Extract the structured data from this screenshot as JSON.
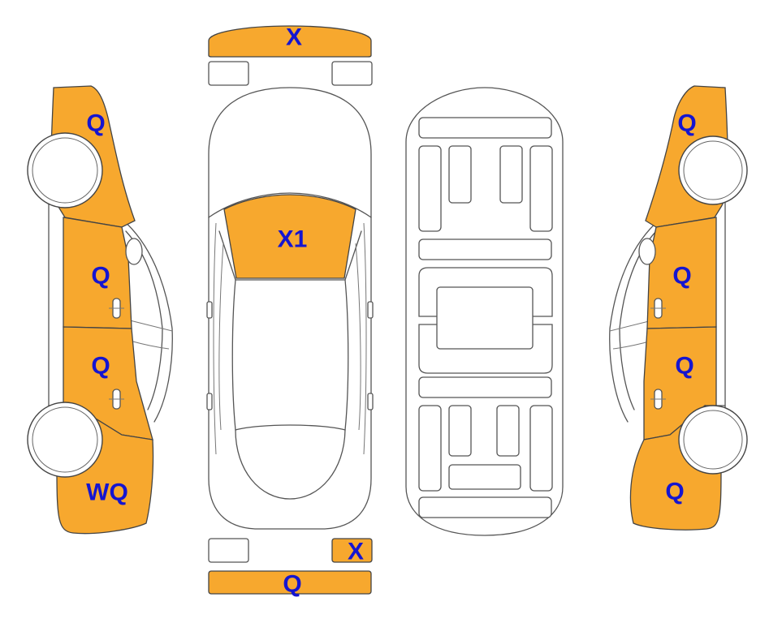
{
  "colors": {
    "damage_fill": "#F7A82E",
    "label_color": "#1515D0",
    "outline": "#555555"
  },
  "labels": {
    "front_bumper": "X",
    "windshield": "X1",
    "rear_light_right": "X",
    "rear_bumper": "Q",
    "left_front_fender": "Q",
    "left_front_door": "Q",
    "left_rear_door": "Q",
    "left_rear_quarter": "WQ",
    "right_front_fender": "Q",
    "right_front_door": "Q",
    "right_rear_door": "Q",
    "right_rear_quarter": "Q"
  }
}
